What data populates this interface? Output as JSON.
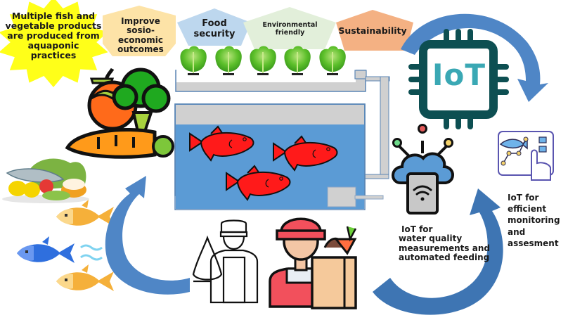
{
  "diagram": {
    "title": "IoT-enabled aquaponics system",
    "starburst": {
      "text_lines": [
        "Multiple fish and",
        "vegetable products",
        "are produced from",
        "aquaponic",
        "practices"
      ],
      "color": "#ffff19"
    },
    "benefits": [
      {
        "lines": [
          "Improve",
          "sosio-",
          "economic",
          "outcomes"
        ],
        "color": "#fde3a7"
      },
      {
        "lines": [
          "Food",
          "security"
        ],
        "color": "#bdd7ee"
      },
      {
        "lines": [
          "Environmental",
          "friendly"
        ],
        "color": "#e2efda"
      },
      {
        "lines": [
          "Sustainability"
        ],
        "color": "#f4b183"
      }
    ],
    "iot_chip": {
      "text": "IoT",
      "frame_color": "#0d4f52",
      "text_color": "#3aa8b4"
    },
    "iot_water": {
      "lines": [
        "IoT for",
        "water quality",
        "measurements and",
        "automated feeding"
      ]
    },
    "iot_monitoring": {
      "lines": [
        "IoT for",
        "efficient",
        "monitoring",
        "and",
        "assesment"
      ]
    },
    "icons": {
      "lettuce": "lettuce-icon",
      "fish_tank": "fish-tank-icon",
      "red_fish": "red-fish-icon",
      "vegetables": "vegetables-icon",
      "food_plate": "food-plate-icon",
      "fish_school": "fish-school-icon",
      "fisherman": "fisherman-icon",
      "farmer": "farmer-icon",
      "cloud_device": "cloud-iot-device-icon",
      "touch_screen": "touch-screen-monitoring-icon",
      "chip": "iot-chip-icon"
    },
    "colors": {
      "arrow": "#4f86c6",
      "arrow_dark": "#3e75b3",
      "water": "#5b9bd5",
      "tank_rim": "#d0d0d0",
      "fish_red": "#ff1a1a",
      "lettuce": "#5cbf2a"
    }
  }
}
